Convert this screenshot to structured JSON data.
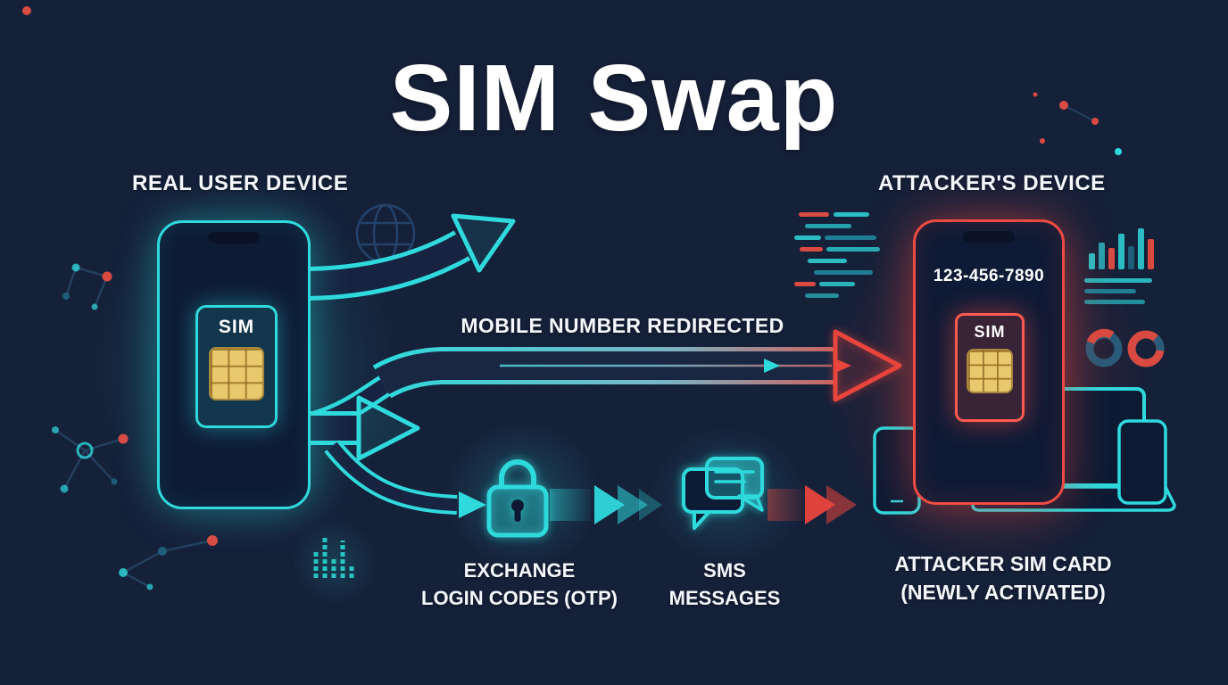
{
  "title": "SIM Swap",
  "left_device": {
    "label": "REAL USER DEVICE",
    "sim_label": "SIM"
  },
  "right_device": {
    "label": "ATTACKER'S DEVICE",
    "phone_number": "123-456-7890",
    "sim_label": "SIM"
  },
  "flow": {
    "redirect_label": "MOBILE NUMBER REDIRECTED",
    "otp_line1": "EXCHANGE",
    "otp_line2": "LOGIN CODES (OTP)",
    "sms_line1": "SMS",
    "sms_line2": "MESSAGES",
    "attacker_sim_line1": "ATTACKER SIM CARD",
    "attacker_sim_line2": "(NEWLY ACTIVATED)"
  },
  "colors": {
    "background": "#152039",
    "cyan": "#2fd9dc",
    "red": "#e8453c",
    "gold": "#e9c96e",
    "text": "#f4f7fb"
  }
}
